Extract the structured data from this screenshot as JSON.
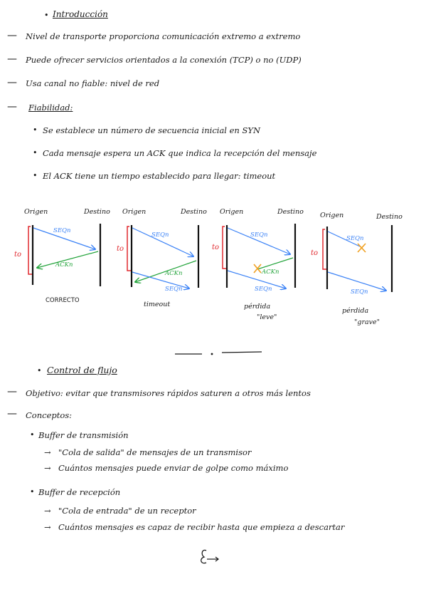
{
  "intro": {
    "title": "Introducción",
    "items": [
      "Nivel de transporte proporciona comunicación extremo a extremo",
      "Puede ofrecer servicios orientados a la conexión (TCP) o no (UDP)",
      "Usa canal no fiable: nivel de red"
    ],
    "fiabilidad": {
      "title": "Fiabilidad:",
      "points": [
        "Se establece un número de secuencia inicial en SYN",
        "Cada mensaje espera un ACK que indica la recepción del mensaje",
        "El ACK tiene un tiempo establecido para llegar: timeout"
      ]
    }
  },
  "diagrams": [
    {
      "origin": "Origen",
      "dest": "Destino",
      "timer": "to",
      "seq": "SEQn",
      "ack": "ACKn",
      "caption": [
        "CORRECTO"
      ]
    },
    {
      "origin": "Origen",
      "dest": "Destino",
      "timer": "to",
      "seq": "SEQn",
      "ack": "ACKn",
      "seq2": "SEQn",
      "caption": [
        "timeout"
      ]
    },
    {
      "origin": "Origen",
      "dest": "Destino",
      "timer": "to",
      "seq": "SEQn",
      "ack": "ACKn",
      "seq2": "SEQn",
      "caption": [
        "pérdida",
        "\"leve\""
      ]
    },
    {
      "origin": "Origen",
      "dest": "Destino",
      "timer": "to",
      "seq": "SEQn",
      "seq2": "SEQn",
      "caption": [
        "pérdida",
        "\"grave\""
      ]
    }
  ],
  "flujo": {
    "title": "Control de flujo",
    "objetivo": "Objetivo: evitar que transmisores rápidos saturen a otros más lentos",
    "conceptos": "Conceptos:",
    "buffers": [
      {
        "title": "Buffer de transmisión",
        "items": [
          "\"Cola de salida\" de mensajes de un transmisor",
          "Cuántos mensajes puede enviar de golpe como máximo"
        ]
      },
      {
        "title": "Buffer de recepción",
        "items": [
          "\"Cola de entrada\" de un receptor",
          "Cuántos mensajes es capaz de recibir hasta que empieza a descartar"
        ]
      }
    ]
  },
  "colors": {
    "seq": "#3b82f6",
    "ack": "#22a33a",
    "timer": "#e0282e",
    "loss": "#f0a020"
  }
}
